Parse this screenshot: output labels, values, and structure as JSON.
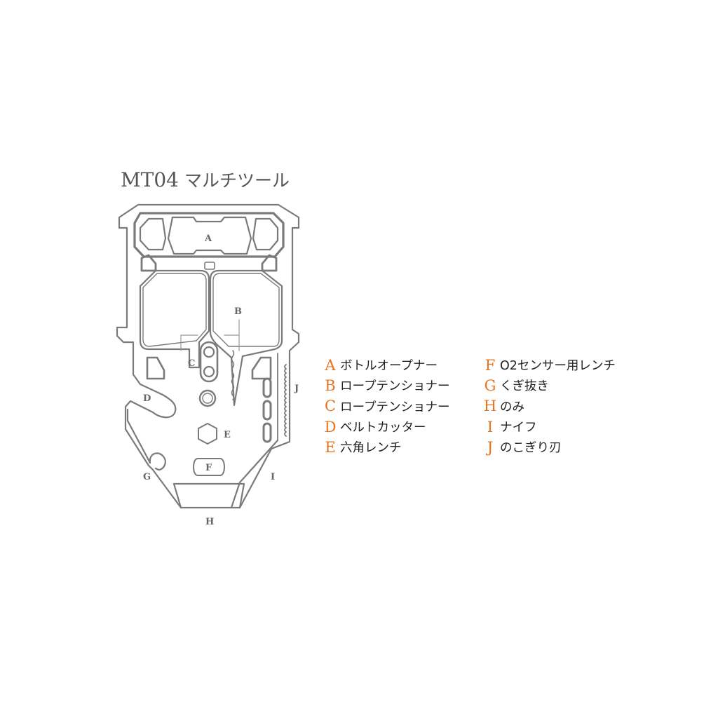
{
  "title": {
    "model": "MT04",
    "name": "マルチツール"
  },
  "colors": {
    "accent": "#e8731f",
    "line": "#7a7a7a",
    "text": "#222222",
    "title": "#555555"
  },
  "diagram": {
    "labels": [
      "A",
      "B",
      "C",
      "D",
      "E",
      "F",
      "G",
      "H",
      "I",
      "J"
    ]
  },
  "legend": {
    "left": [
      {
        "letter": "A",
        "text": "ボトルオープナー"
      },
      {
        "letter": "B",
        "text": "ロープテンショナー"
      },
      {
        "letter": "C",
        "text": "ロープテンショナー"
      },
      {
        "letter": "D",
        "text": "ベルトカッター"
      },
      {
        "letter": "E",
        "text": "六角レンチ"
      }
    ],
    "right": [
      {
        "letter": "F",
        "text": "O2センサー用レンチ"
      },
      {
        "letter": "G",
        "text": "くぎ抜き"
      },
      {
        "letter": "H",
        "text": "のみ"
      },
      {
        "letter": "I",
        "text": "ナイフ"
      },
      {
        "letter": "J",
        "text": "のこぎり刃"
      }
    ]
  }
}
